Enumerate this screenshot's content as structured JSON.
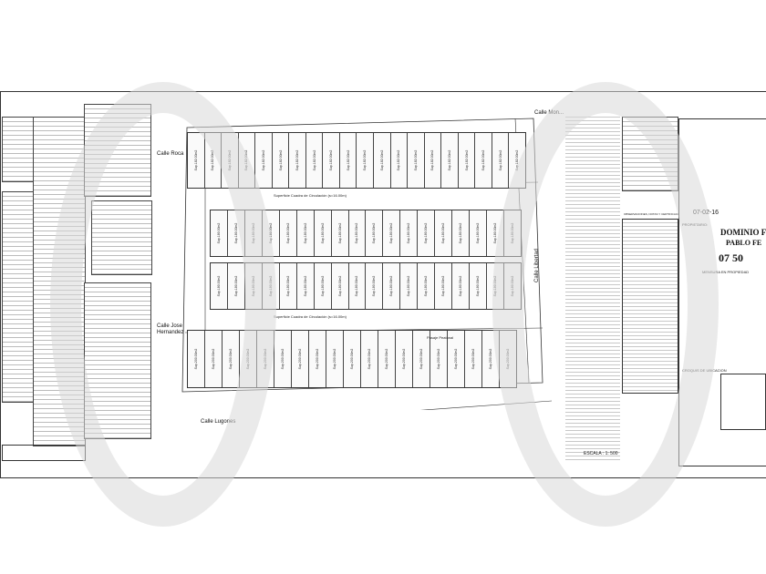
{
  "streets": {
    "calle_mona": "Calle Mon...",
    "calle_roca": "Calle Roca",
    "calle_jose_hernandez": "Calle Jose Hernandez",
    "calle_lugones": "Calle Lugones",
    "calle_libertad": "Calle Libertad"
  },
  "labels": {
    "superficie_top": "Superficie Cuadra de Circulación (s=16.00m)",
    "superficie_mid": "Superficie Cuadra de Circulación (s=16.00m)",
    "pasaje_peatonal": "Pasaje Peatonal",
    "escala": "ESCALA : 1: 500",
    "observaciones": "OBSERVACIONES, NOTAS Y CERTIFICACIONES"
  },
  "title_block": {
    "propietario_label": "PROPIETARIO:",
    "dominio": "DOMINIO FI",
    "pablo": "PABLO FE",
    "numero": "07 50",
    "fecha": "07-02-16",
    "mensura": "MENSURA EN PROPIEDAD",
    "croquis": "CROQUIS DE UBICACION"
  },
  "lot_labels": {
    "row_top": [
      "Sup.182.00m2",
      "Sup.182.00m2",
      "Sup.182.00m2",
      "Sup.182.00m2",
      "Sup.182.00m2",
      "Sup.182.00m2",
      "Sup.182.00m2",
      "Sup.182.00m2",
      "Sup.182.00m2",
      "Sup.182.00m2",
      "Sup.182.00m2",
      "Sup.182.00m2",
      "Sup.182.00m2",
      "Sup.182.00m2",
      "Sup.182.00m2",
      "Sup.182.00m2",
      "Sup.182.00m2",
      "Sup.182.00m2",
      "Sup.182.00m2",
      "Sup.182.00m2"
    ],
    "row_mid1": [
      "Sup.180.00m2",
      "Sup.180.00m2",
      "Sup.180.00m2",
      "Sup.180.00m2",
      "Sup.180.00m2",
      "Sup.180.00m2",
      "Sup.180.00m2",
      "Sup.180.00m2",
      "Sup.180.00m2",
      "Sup.180.00m2",
      "Sup.180.00m2",
      "Sup.180.00m2",
      "Sup.180.00m2",
      "Sup.180.00m2",
      "Sup.180.00m2",
      "Sup.180.00m2",
      "Sup.180.00m2",
      "Sup.180.00m2"
    ],
    "row_mid2": [
      "Sup.180.00m2",
      "Sup.180.00m2",
      "Sup.180.00m2",
      "Sup.180.00m2",
      "Sup.180.00m2",
      "Sup.180.00m2",
      "Sup.180.00m2",
      "Sup.180.00m2",
      "Sup.180.00m2",
      "Sup.180.00m2",
      "Sup.180.00m2",
      "Sup.180.00m2",
      "Sup.180.00m2",
      "Sup.180.00m2",
      "Sup.180.00m2",
      "Sup.180.00m2",
      "Sup.180.00m2",
      "Sup.180.00m2"
    ],
    "row_bottom": [
      "Sup.200.00m2",
      "Sup.200.00m2",
      "Sup.200.00m2",
      "Sup.200.00m2",
      "Sup.200.00m2",
      "Sup.200.00m2",
      "Sup.200.00m2",
      "Sup.200.00m2",
      "Sup.200.00m2",
      "Sup.200.00m2",
      "Sup.200.00m2",
      "Sup.200.00m2",
      "Sup.200.00m2",
      "Sup.200.00m2",
      "Sup.200.00m2",
      "Sup.200.00m2",
      "Sup.200.00m2",
      "Sup.200.00m2",
      "Sup.200.00m2"
    ]
  },
  "colors": {
    "line": "#333333",
    "watermark": "#d8d8d8"
  }
}
